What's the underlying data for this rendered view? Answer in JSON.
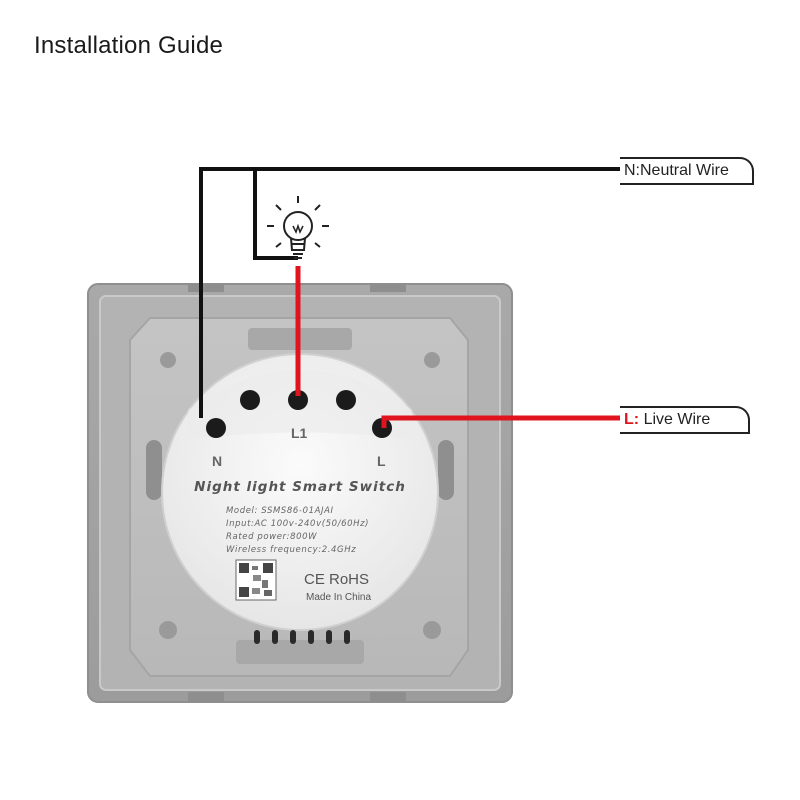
{
  "title": "Installation Guide",
  "labels": {
    "neutral": "N:Neutral Wire",
    "live_mark": "L:",
    "live_text": "Live Wire"
  },
  "terminals": {
    "n": "N",
    "l1": "L1",
    "l": "L"
  },
  "module": {
    "name": "Night light Smart Switch",
    "model": "Model: SSMS86-01AJAI",
    "input": "Input:AC 100v-240v(50/60Hz)",
    "power": "Rated power:800W",
    "wireless": "Wireless frequency:2.4GHz",
    "cert": "CE RoHS",
    "origin": "Made In China"
  },
  "colors": {
    "neutral_wire": "#111111",
    "live_wire": "#e0141e",
    "panel": "#b9b9b9"
  }
}
